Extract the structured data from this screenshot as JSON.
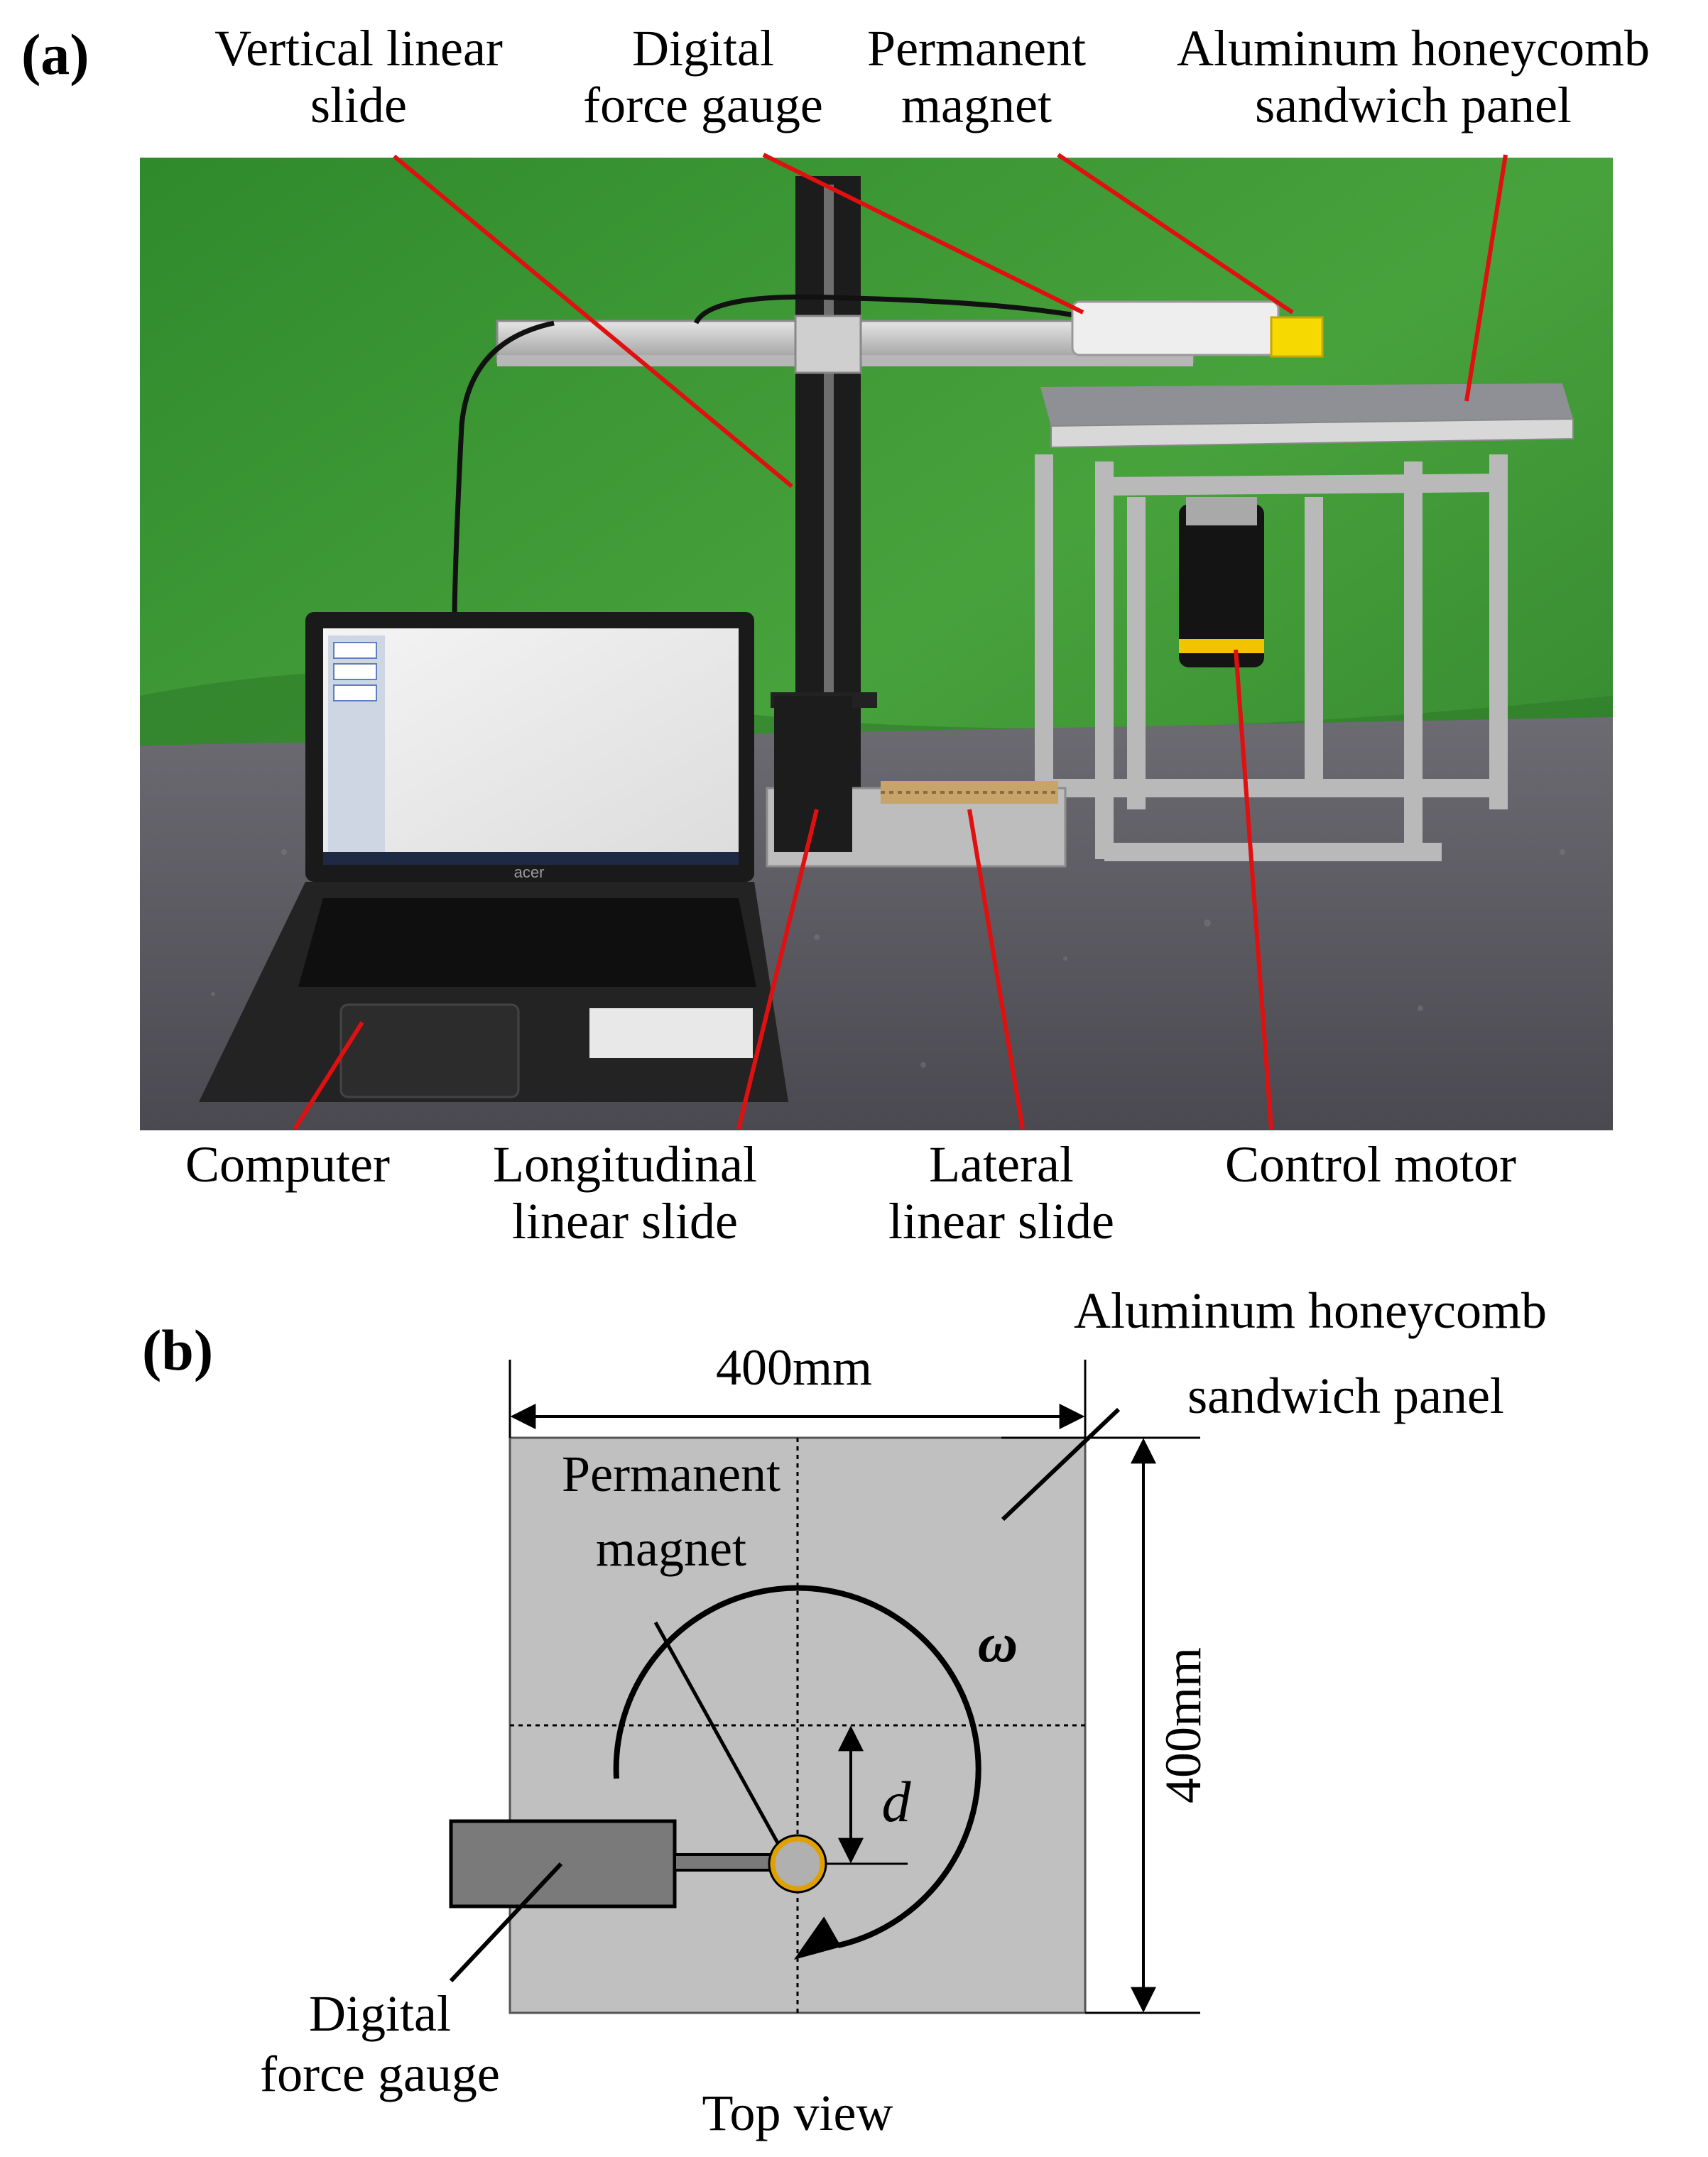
{
  "panel_a": {
    "tag": "(a)",
    "labels": {
      "vertical_slide_1": "Vertical linear",
      "vertical_slide_2": "slide",
      "force_gauge_1": "Digital",
      "force_gauge_2": "force gauge",
      "magnet_1": "Permanent",
      "magnet_2": "magnet",
      "panel_1": "Aluminum honeycomb",
      "panel_2": "sandwich panel",
      "computer": "Computer",
      "longitudinal_1": "Longitudinal",
      "longitudinal_2": "linear slide",
      "lateral_1": "Lateral",
      "lateral_2": "linear slide",
      "motor": "Control motor"
    },
    "laptop_brand": "acer"
  },
  "panel_b": {
    "tag": "(b)",
    "width_dim": "400mm",
    "height_dim": "400mm",
    "panel_label_1": "Aluminum honeycomb",
    "panel_label_2": "sandwich panel",
    "magnet_label_1": "Permanent",
    "magnet_label_2": "magnet",
    "omega": "ω",
    "d": "d",
    "gauge_label_1": "Digital",
    "gauge_label_2": "force gauge",
    "caption": "Top view"
  },
  "colors": {
    "green_screen": "#3f9a35",
    "table": "#5a5960",
    "panel_gray": "#c0c0c0",
    "gauge_gray": "#7a7a7a",
    "leader_red": "#e01010",
    "magnet_ring": "#e0a000"
  }
}
